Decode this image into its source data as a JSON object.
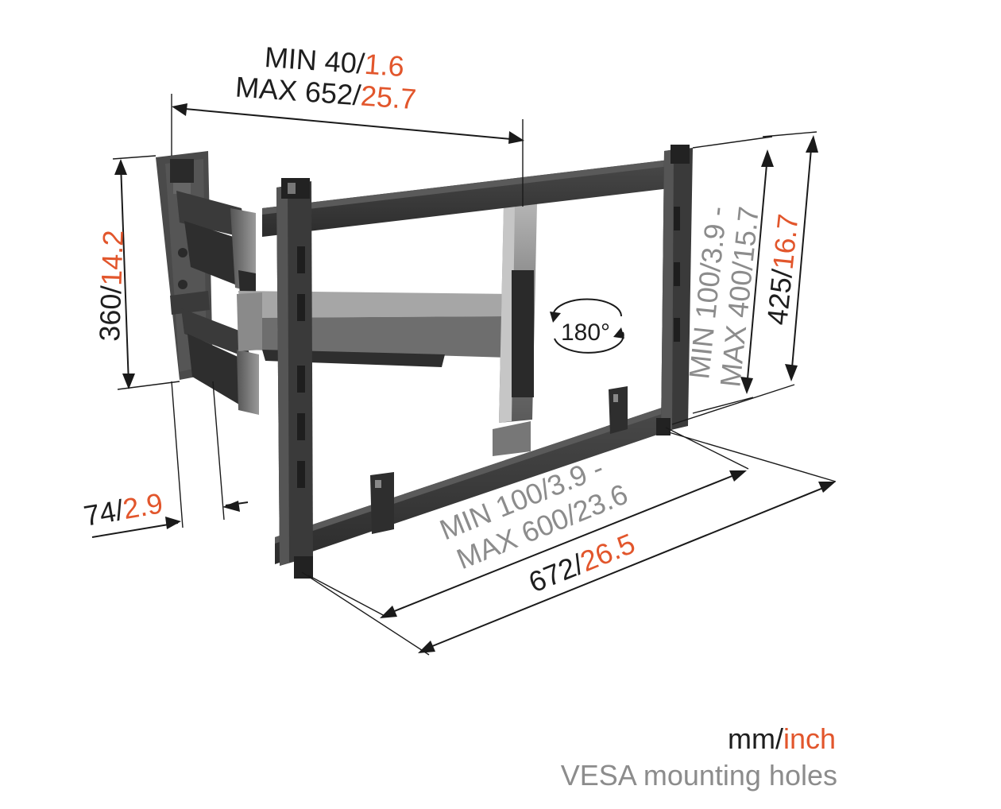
{
  "dimensions": {
    "top_min_mm": "MIN 40/",
    "top_min_inch": "1.6",
    "top_max_mm": "MAX 652/",
    "top_max_inch": "25.7",
    "height_mm": "360/",
    "height_inch": "14.2",
    "depth_mm": "74/",
    "depth_inch": "2.9",
    "vesa_v_min_mm": "MIN 100/",
    "vesa_v_min_inch": "3.9 -",
    "vesa_v_max_mm": "MAX 400/",
    "vesa_v_max_inch": "15.7",
    "frame_h_mm": "425/",
    "frame_h_inch": "16.7",
    "vesa_h_min_mm": "MIN 100/",
    "vesa_h_min_inch": "3.9 -",
    "vesa_h_max_mm": "MAX 600/",
    "vesa_h_max_inch": "23.6",
    "frame_w_mm": "672/",
    "frame_w_inch": "26.5",
    "rotation": "180°"
  },
  "legend": {
    "units_mm": "mm/",
    "units_inch": "inch",
    "vesa_note": "VESA mounting holes"
  },
  "colors": {
    "metric_text": "#1e1e1e",
    "imperial_text": "#e2562c",
    "vesa_text": "#8c8c8c",
    "bracket_dark": "#3c3c3c",
    "bracket_silver": "#8a8a8a"
  }
}
